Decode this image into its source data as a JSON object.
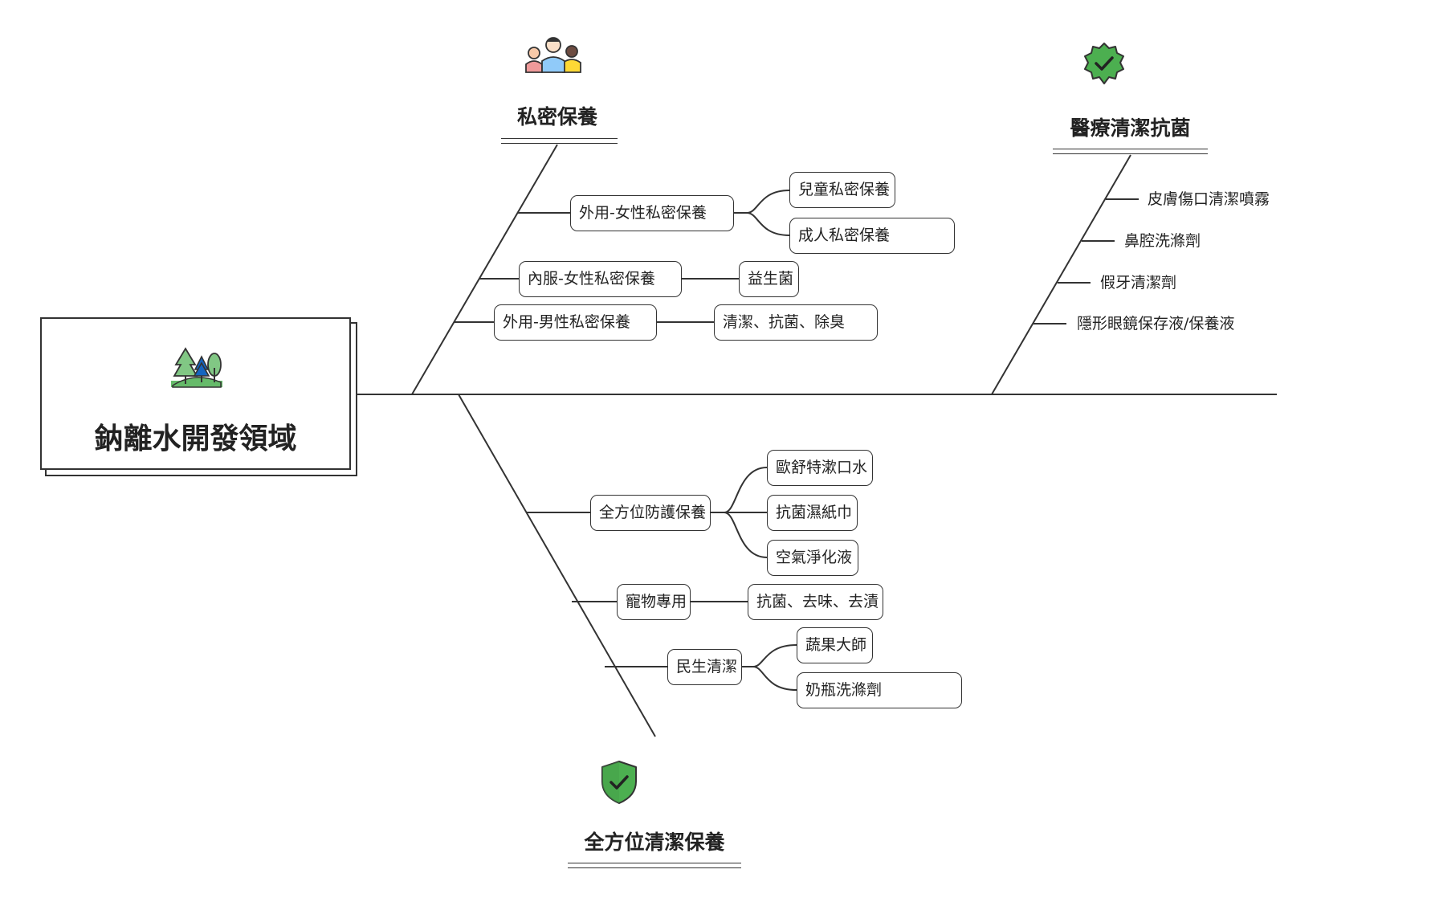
{
  "root": {
    "title": "鈉離水開發領域",
    "icon": "trees-icon"
  },
  "branches": {
    "private_care": {
      "title": "私密保養",
      "icon": "people-group-icon",
      "groups": [
        {
          "label": "外用-女性私密保養",
          "leaves": [
            "兒童私密保養",
            "成人私密保養"
          ]
        },
        {
          "label": "內服-女性私密保養",
          "leaves": [
            "益生菌"
          ]
        },
        {
          "label": "外用-男性私密保養",
          "leaves": [
            "清潔、抗菌、除臭"
          ]
        }
      ]
    },
    "medical": {
      "title": "醫療清潔抗菌",
      "icon": "verified-badge-icon",
      "items": [
        "皮膚傷口清潔噴霧",
        "鼻腔洗滌劑",
        "假牙清潔劑",
        "隱形眼鏡保存液/保養液"
      ]
    },
    "all_round": {
      "title": "全方位清潔保養",
      "icon": "shield-check-icon",
      "groups": [
        {
          "label": "全方位防護保養",
          "leaves": [
            "歐舒特漱口水",
            "抗菌濕紙巾",
            "空氣淨化液"
          ]
        },
        {
          "label": "寵物專用",
          "leaves": [
            "抗菌、去味、去漬"
          ]
        },
        {
          "label": "民生清潔",
          "leaves": [
            "蔬果大師",
            "奶瓶洗滌劑"
          ]
        }
      ]
    }
  },
  "colors": {
    "line": "#333333",
    "icon_green": "#4caf50",
    "icon_dark_green": "#2e7d32"
  }
}
